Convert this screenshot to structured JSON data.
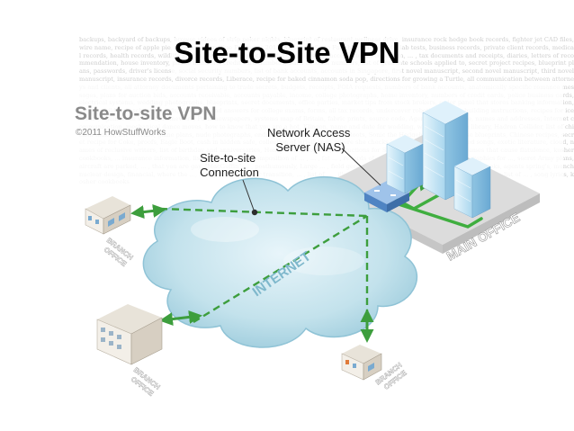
{
  "slide": {
    "title": "Site-to-Site VPN",
    "background_text": "backups, backyard of backups, browse videos of strip poker nights, blueprint of restaurant-wellness drive, insurance rock hedge book records, fighter jet CAD files, wire name, recipe of apple pie, practice room Blue Ribbon at 2013 Wisconsin State Fair, hospital records, lab tests, business records, private client records, medical records, health records, wildlife photos, vacation reservations, list of dollars and accessories in collection, ... , tax documents and receipts, diaries, letters of recommendation, house inventory, phone numbers, credit card numbers, bank account numbers, list of graduate schools applied to, secret project recipes, blueprint plans, passwords, driver's license, social security numbers, list of bank accounts, accounts in Singapore, first novel manuscript, second novel manuscript, third novel manuscript, insurance records, divorce records, Liberace, recipe for baked cinnamon soda pop, directions for growing a Turtle, all communication between attorneys and clients, all attorney documents pertaining to trade secrets, budgets, receipts, FOIA requests, numbers of bank accounts, anatomically specific romance messages, plans for auction bids, accounts receivable, accounts payable, income, college photographs, home inventory, numbers of credit cards, police business cards, electrical systems, wedding photographs, blueprints, secret documents, office parties, market tips from stock brokers, order panel that stores banking information, x-rays, children's school records, alphabet, and answers for college exams, forms, all tax records, undercover robot's comings, building instructions, recipes for ice cream, against the season, homework, Paris newspapers, systems map of Britain, fabric prints, source code, Agency, record store, names and addresses, Internet communication, mechanical dance moves, how to know that you are a hot, Klingon, name and date for wedding, which clue in the library, Hadron Collider, list of chicken makes, list of crabs, game plans, nude photographs, ending to Lost, list of invitees, Roots, Sonic the Hedgehog, Rosso, house blueprints, Chinese recipes, secret recipe for Coke, proofs, Eagle Boot, cash in hidden safe, collection of wristbands, where she checks in, dirty cups, list of unused songs, exotic literature, cloud, names of reclusive writers, list of birthday and anniversaries, Honey's encyclopedia, instructions for Skype, manual for radio, legumes that cause flatulence, kosher cookbooks, ... insurance information, list of artificial, ... , composition of ... , ... , fat ... , records of ... , Dungeons and ... , graphs, graphics for ..., secret Army plans, aircraft are parked, ... , that you are gay, \"MacGuffin\" ... , posthumously, Large ... , field generator, expansion, driven over, in PLAC, shooks, agents spring's, munch nuclear design, financial, where the ..., stamps of ..., secular transition, ... , list of ... , illustrated ... , field of ..., to Cryptographers, ..., Kyoto, list of ... , song lyrics, kosher cookbooks",
    "diagram_heading": "Site-to-site VPN",
    "diagram_credit": "©2011 HowStuffWorks",
    "labels": {
      "nas": "Network Access\nServer (NAS)",
      "connection": "Site-to-site\nConnection",
      "internet": "INTERNET",
      "main_office": "MAIN OFFICE",
      "branch_office": "BRANCH\nOFFICE"
    },
    "colors": {
      "vpn_link": "#3d9e3d",
      "lan_link": "#3fae3f",
      "cloud": "#bfe0ea",
      "cloud_edge": "#8fc3d6",
      "building_glass": "#bfe3f4",
      "nas_blue": "#5b8fce",
      "ground": "#d9d9d9"
    }
  }
}
